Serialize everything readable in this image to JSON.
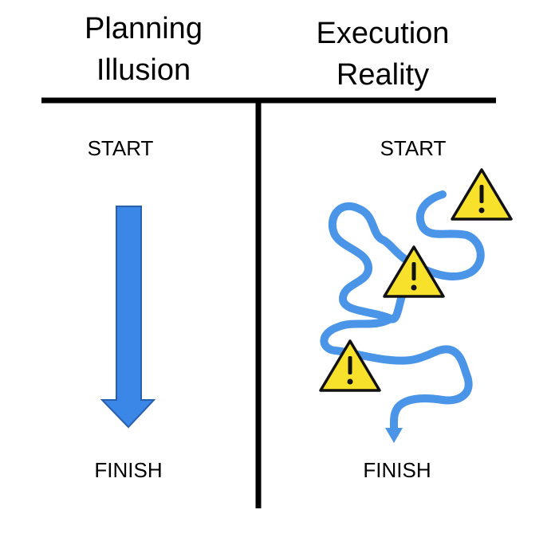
{
  "left_column": {
    "heading_line1": "Planning",
    "heading_line2": "Illusion",
    "start_label": "START",
    "finish_label": "FINISH"
  },
  "right_column": {
    "heading_line1": "Execution",
    "heading_line2": "Reality",
    "start_label": "START",
    "finish_label": "FINISH"
  },
  "colors": {
    "arrow_fill": "#3a87e8",
    "arrow_stroke": "#2a5fae",
    "path": "#4a95e8",
    "warning_fill": "#f7e12a",
    "warning_stroke": "#111111",
    "divider": "#000000"
  },
  "icons": [
    "warning-icon",
    "warning-icon",
    "warning-icon"
  ]
}
